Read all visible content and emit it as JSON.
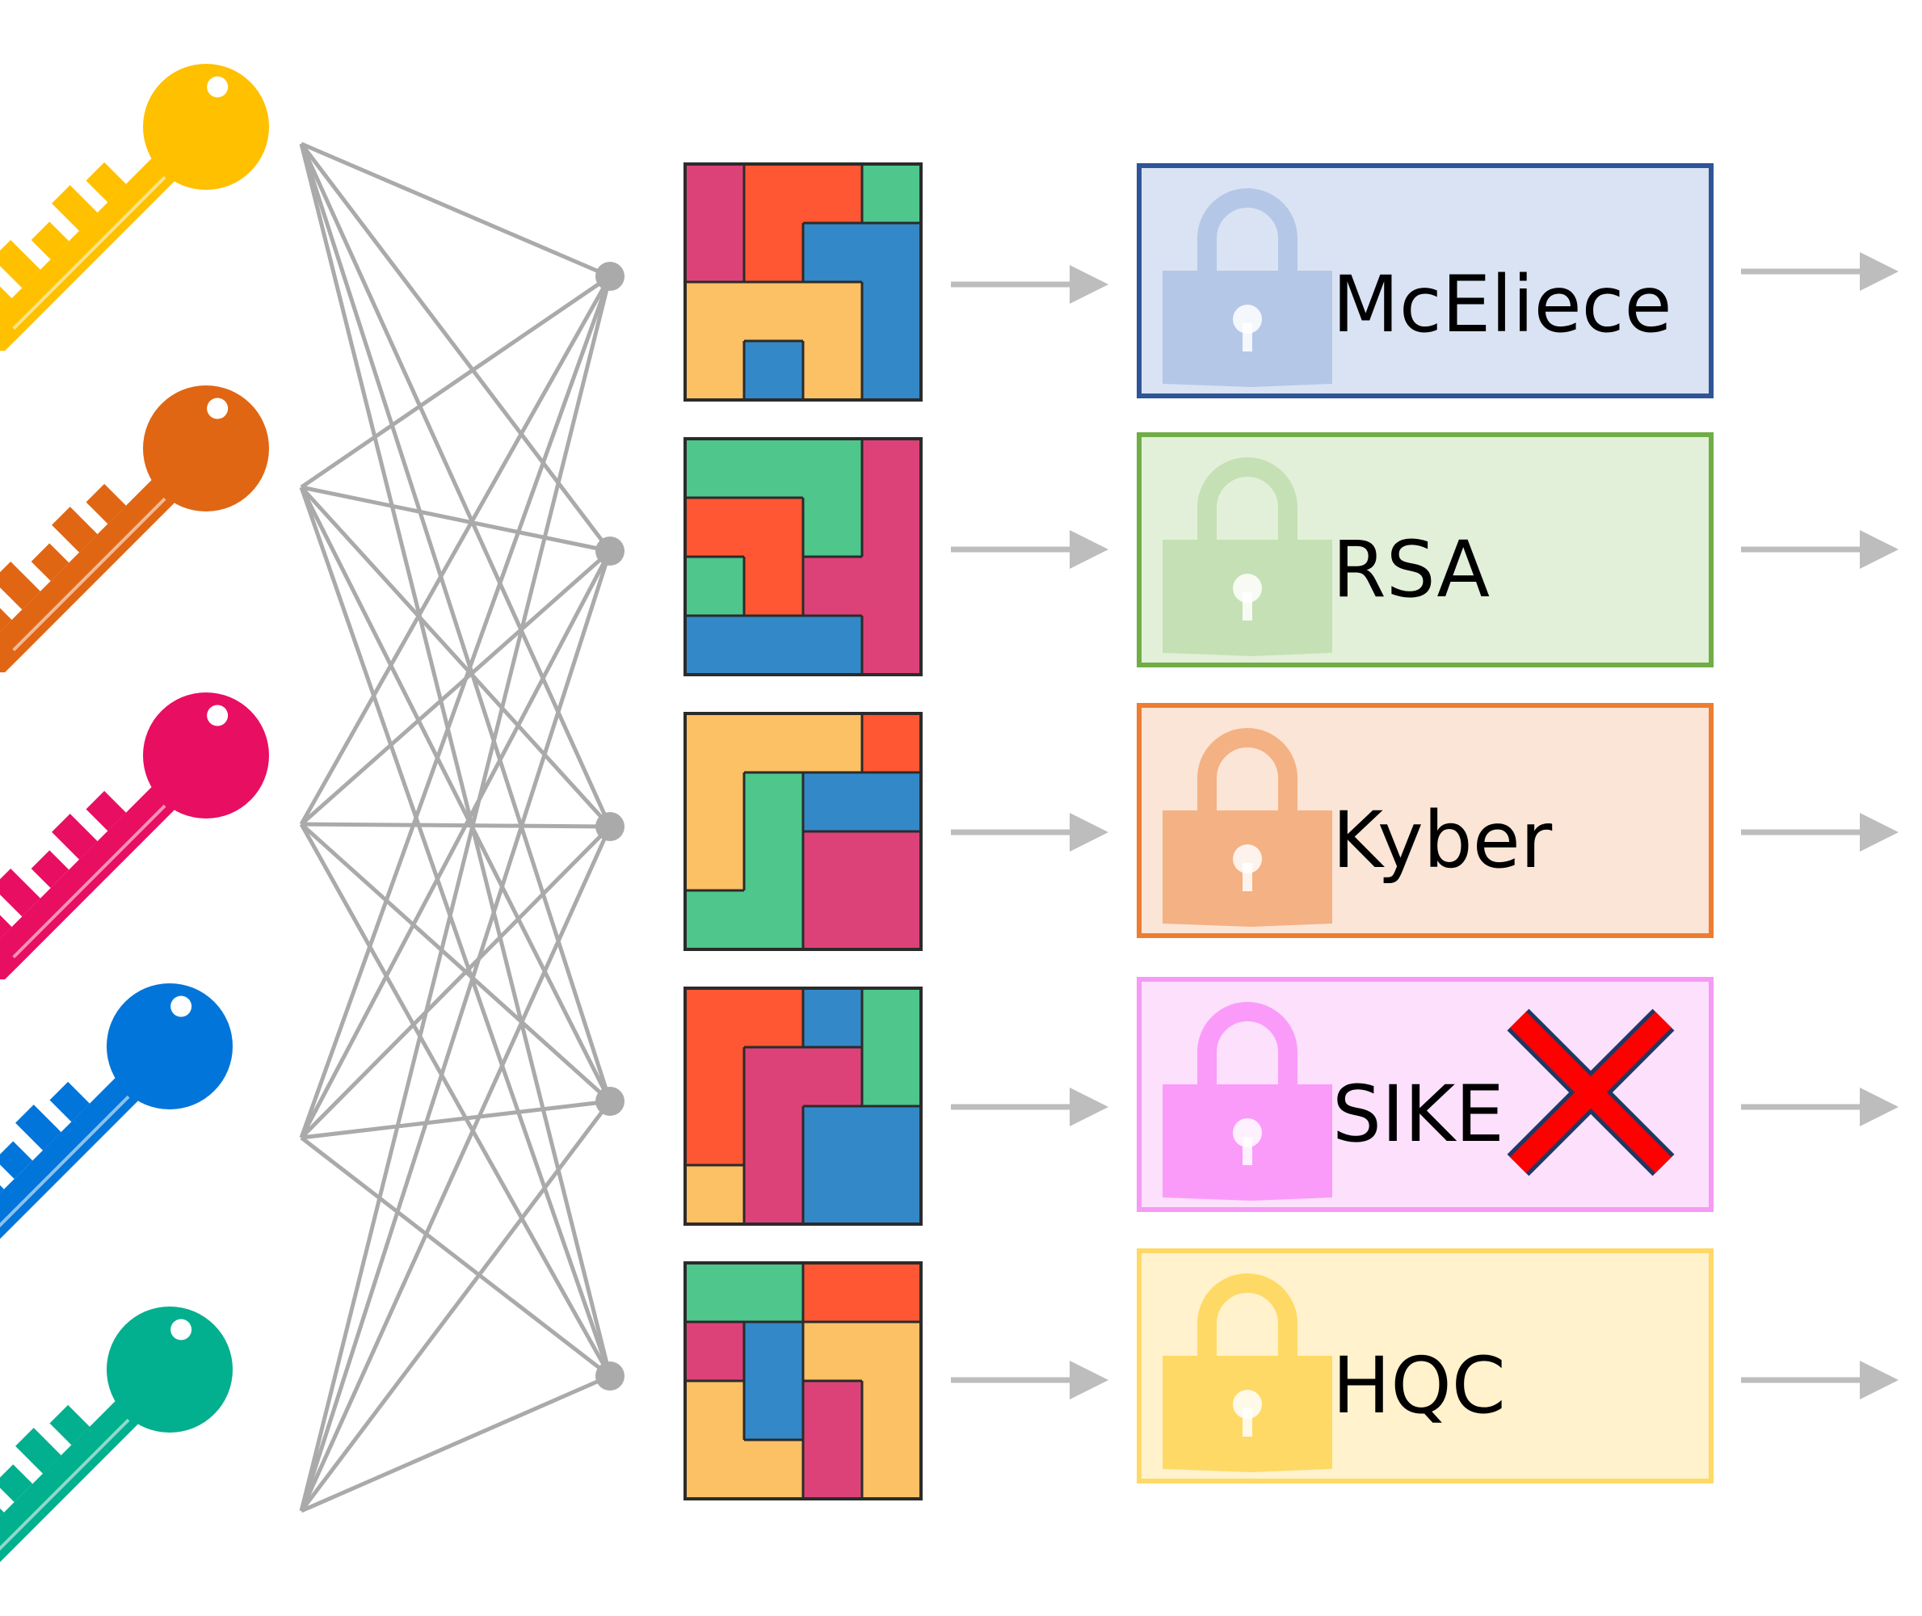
{
  "keys": [
    {
      "name": "key-yellow",
      "color": "#FFC000",
      "icon": "key-icon"
    },
    {
      "name": "key-orange",
      "color": "#E06614",
      "icon": "key-icon"
    },
    {
      "name": "key-magenta",
      "color": "#E80E62",
      "icon": "key-icon"
    },
    {
      "name": "key-blue",
      "color": "#0275DA",
      "icon": "key-icon"
    },
    {
      "name": "key-green",
      "color": "#02AF8E",
      "icon": "key-icon"
    }
  ],
  "network": {
    "line_color": "#AAAAAA",
    "left_nodes": 5,
    "right_nodes": 5
  },
  "puzzle_colors": {
    "R": "#FF5733",
    "M": "#DC4278",
    "G": "#4EC68C",
    "B": "#3388C8",
    "Y": "#FCC065"
  },
  "arrow_color": "#BDBDBD",
  "schemes": [
    {
      "label": "McEliece",
      "border": "#2F5597",
      "fill": "#DAE3F3",
      "lock_color": "#B4C7E7",
      "rejected": false
    },
    {
      "label": "RSA",
      "border": "#70AD47",
      "fill": "#E2F0D9",
      "lock_color": "#C5E0B4",
      "rejected": false
    },
    {
      "label": "Kyber",
      "border": "#ED7D31",
      "fill": "#FBE5D6",
      "lock_color": "#F4B183",
      "rejected": false
    },
    {
      "label": "SIKE",
      "border": "#F59AF5",
      "fill": "#FCE0FC",
      "lock_color": "#FA9BFA",
      "rejected": true
    },
    {
      "label": "HQC",
      "border": "#FFD966",
      "fill": "#FFF2CC",
      "lock_color": "#FFD966",
      "rejected": false
    }
  ],
  "reject_mark": {
    "color": "#FF0000",
    "outline": "#1F3864",
    "icon": "cross-icon"
  }
}
